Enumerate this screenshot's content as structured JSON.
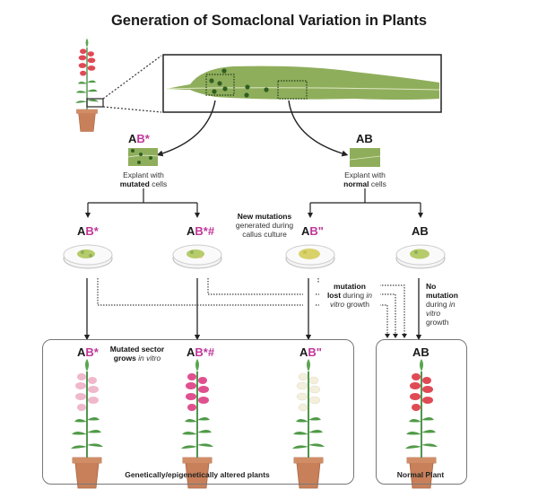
{
  "title": "Generation of Somaclonal Variation in Plants",
  "colors": {
    "magenta": "#c0369a",
    "leaf": "#8fae5c",
    "leaf_dark": "#2f5e22",
    "pot": "#c8805a",
    "flower_red": "#e04a55",
    "flower_pink_light": "#f0b8cc",
    "flower_pink": "#e0508e",
    "flower_cream": "#f3efdc",
    "stem": "#3d8a3a"
  },
  "explants": {
    "mutated": {
      "label_base": "A",
      "label_mut": "B*",
      "caption_line1": "Explant with",
      "caption_bold": "mutated",
      "caption_rest": " cells"
    },
    "normal": {
      "label_base": "AB",
      "label_mut": "",
      "caption_line1": "Explant with",
      "caption_bold": "normal",
      "caption_rest": " cells"
    }
  },
  "cultures": [
    {
      "label_base": "A",
      "label_mut": "B*"
    },
    {
      "label_base": "A",
      "label_mut": "B*#"
    },
    {
      "label_base": "A",
      "label_mut": "B\""
    },
    {
      "label_base": "AB",
      "label_mut": ""
    }
  ],
  "notes": {
    "new_mutations_bold": "New mutations",
    "new_mutations_rest_1": "generated during",
    "new_mutations_rest_2": "callus culture",
    "lost_bold_1": "mutation",
    "lost_bold_2": "lost",
    "lost_rest": " during ",
    "lost_in": "in",
    "lost_vitro": "vitro",
    "lost_growth": " growth",
    "no_bold_1": "No",
    "no_bold_2": "mutation",
    "no_rest_1": "during ",
    "no_in": "in",
    "no_vitro": "vitro",
    "no_growth": "growth",
    "sector_bold_1": "Mutated sector",
    "sector_bold_2": "grows ",
    "sector_in_vitro": "in vitro"
  },
  "result_plants": [
    {
      "label_base": "A",
      "label_mut": "B*",
      "flower": "pink_light"
    },
    {
      "label_base": "A",
      "label_mut": "B*#",
      "flower": "pink"
    },
    {
      "label_base": "A",
      "label_mut": "B\"",
      "flower": "cream"
    },
    {
      "label_base": "AB",
      "label_mut": "",
      "flower": "red"
    }
  ],
  "boxes": {
    "altered_caption": "Genetically/epigenetically altered plants",
    "normal_caption": "Normal Plant"
  }
}
